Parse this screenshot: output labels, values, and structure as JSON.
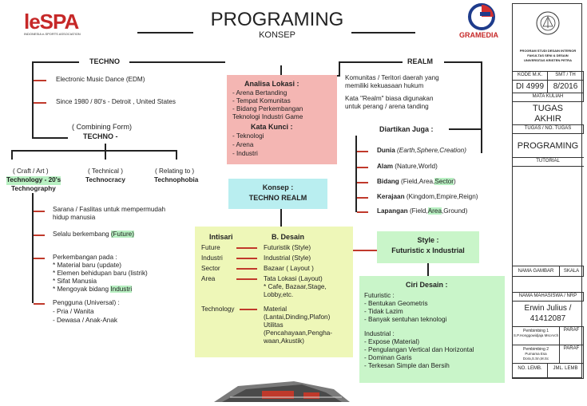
{
  "header": {
    "logo_text": "leSPA",
    "logo_sub": "INDONESIA e-SPORTS ASSOCIATION",
    "title": "PROGRAMING",
    "subtitle": "KONSEP",
    "gramedia": "GRAMEDIA"
  },
  "techno": {
    "label": "TECHNO",
    "line1": "Electronic Music Dance (EDM)",
    "line2": "Since 1980 / 80's - Detroit , United States",
    "combining1": "( Combining Form)",
    "combining2": "TECHNO -",
    "craft": "( Craft / Art )",
    "technology20": "Technology - 20's",
    "technography": "Technography",
    "technical": "( Technical )",
    "technocracy": "Technocracy",
    "relating": "( Relating to )",
    "technophobia": "Technophobia",
    "sarana1": "Sarana / Faslitas untuk mempermudah",
    "sarana2": "hidup manusia",
    "selalu_pre": "Selalu berkembang ",
    "selalu_hl": "(Future)",
    "perkembangan": "Perkembangan pada :",
    "p1": "* Material baru (update)",
    "p2": "* Elemen behidupan baru (listrik)",
    "p3": "* Sifat Manusia",
    "p4_pre": "* Mengoyak bidang ",
    "p4_hl": "Industri",
    "pengguna": "Pengguna (Universal) :",
    "pg1": "- Pria / Wanita",
    "pg2": "- Dewasa / Anak-Anak"
  },
  "analisa": {
    "title": "Analisa Lokasi :",
    "items": [
      "- Arena Bertanding",
      "- Tempat Komunitas",
      "- Bidang Perkembangan",
      "Teknologi Industri Game"
    ],
    "kata_title": "Kata Kunci :",
    "kata_items": [
      "- Teknologi",
      "- Arena",
      "- Industri"
    ]
  },
  "konsep": {
    "line1": "Konsep :",
    "line2": "TECHNO REALM"
  },
  "realm": {
    "label": "REALM",
    "l1": "Komunitas / Teritori daerah yang",
    "l2": "memiliki kekuasaan hukum",
    "l3": "Kata \"Realm\" biasa digunakan",
    "l4": "untuk perang / arena tanding",
    "diartikan": "Diartikan Juga :",
    "dunia_b": "Dunia ",
    "dunia_i": "(Earth,Sphere,Creation)",
    "alam_b": "Alam ",
    "alam": "(Nature,World)",
    "bidang_b": "Bidang ",
    "bidang_pre": "(Field,Area,",
    "bidang_hl": "Sector",
    "bidang_post": ")",
    "kerajaan_b": "Kerajaan ",
    "kerajaan": "(Kingdom,Empire,Reign)",
    "lapangan_b": "Lapangan ",
    "lapangan_pre": "(Field,",
    "lapangan_hl": "Area",
    "lapangan_post": ",Ground)"
  },
  "intisari": {
    "title": "Intisari",
    "desain_title": "B. Desain",
    "rows": [
      {
        "k": "Future",
        "v": "Futuristik (Style)"
      },
      {
        "k": "Industri",
        "v": "Industrial (Style)"
      },
      {
        "k": "Sector",
        "v": "Bazaar ( Layout )"
      },
      {
        "k": "Area",
        "v": "Tata Lokasi (Layout)"
      }
    ],
    "area_extra1": "* Cafe, Bazaar,Stage,",
    "area_extra2": "Lobby,etc.",
    "tech_k": "Technology",
    "tech_v": [
      "Material",
      "(Lantai,Dinding,Plafon)",
      "Utilitas",
      "(Pencahayaan,Pengha-",
      "waan,Akustik)"
    ]
  },
  "style": {
    "line1": "Style :",
    "line2": "Futuristic x Industrial"
  },
  "ciri": {
    "title": "Ciri Desain :",
    "futuristic": "Futuristic :",
    "f": [
      "- Bentukan Geometris",
      "- Tidak Lazim",
      "- Banyak sentuhan teknologi"
    ],
    "industrial": "Industrial :",
    "n": [
      "- Expose (Material)",
      "- Pengulangan Vertical dan Horizontal",
      "- Dominan Garis",
      "- Terkesan Simple dan Bersih"
    ]
  },
  "titleblock": {
    "school1": "PROGRAM STUDI DESAIN INTERIOR",
    "school2": "FAKULTAS SENI & DESAIN",
    "school3": "UNIVERSITAS KRISTEN PETRA",
    "kode_mk": "KODE M.K.",
    "smt": "SMT / TH",
    "kode_val": "DI 4999",
    "smt_val": "8/2016",
    "mata_kuliah": "MATA KULIAH",
    "tugas_akhir1": "TUGAS",
    "tugas_akhir2": "AKHIR",
    "tugas_no": "TUGAS / NO. TUGAS",
    "programing": "PROGRAMING",
    "tutorial": "TUTORIAL",
    "nama_gambar": "NAMA GAMBAR",
    "skala": "SKALA",
    "nama_mhs": "NAMA MAHASISWA / NRP",
    "student1": "Erwin Julius /",
    "student2": "41412087",
    "pemb1": "Pembimbing 1",
    "pemb1_name": "S.P.Honggowidjaja MscArch",
    "paraf1": "PARAF",
    "pemb2": "Pembimbing 2",
    "pemb2_name": "Purnama Esa Dora,S.Sn,M.Sc",
    "paraf2": "PARAF",
    "no_lemb": "NO. LEMB.",
    "jml_lemb": "JML. LEMB"
  },
  "colors": {
    "red": "#c0392b",
    "pink": "#f4b6b3",
    "cyan": "#b9eef0",
    "yellow": "#eef7b8",
    "green": "#c9f5c9"
  }
}
